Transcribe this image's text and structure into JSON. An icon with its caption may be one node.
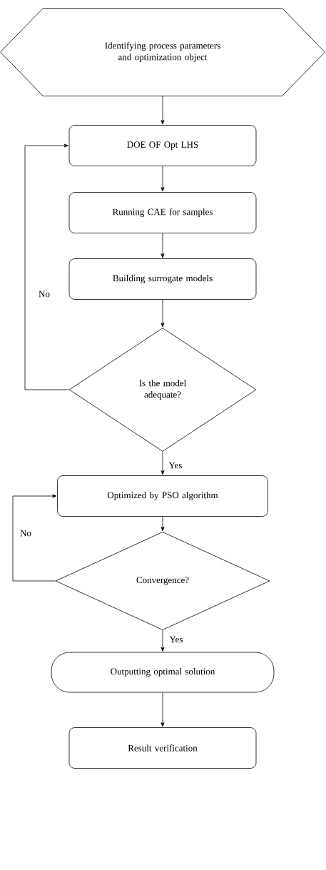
{
  "diagram": {
    "nodes": [
      {
        "text": [
          "Identifying process parameters and optimization object"
        ]
      },
      {
        "text": [
          "DOE OF Opt LHS"
        ]
      },
      {
        "text": [
          "Running CAE for samples"
        ]
      },
      {
        "text": [
          "Building surrogate models"
        ]
      },
      {
        "text": [
          "Is the model adequate?"
        ]
      },
      {
        "text": [
          "Optimized by PSO algorithm"
        ]
      },
      {
        "text": [
          "Convergence?"
        ]
      },
      {
        "text": [
          "Outputting optimal solution"
        ]
      },
      {
        "text": [
          "Result verification"
        ]
      }
    ],
    "edges": [
      {
        "from": 0,
        "to": 1,
        "arrow": "to"
      },
      {
        "from": 1,
        "to": 2,
        "arrow": "to"
      },
      {
        "from": 2,
        "to": 3,
        "arrow": "to"
      },
      {
        "from": 3,
        "to": 4,
        "arrow": "to"
      },
      {
        "from": 4,
        "to": 1,
        "arrow": "to",
        "label": "No"
      },
      {
        "from": 4,
        "to": 5,
        "arrow": "to",
        "label": "Yes"
      },
      {
        "from": 5,
        "to": 6,
        "arrow": "to"
      },
      {
        "from": 6,
        "to": 5,
        "arrow": "to",
        "label": "No"
      },
      {
        "from": 6,
        "to": 7,
        "arrow": "to",
        "label": "Yes"
      },
      {
        "from": 7,
        "to": 8,
        "arrow": "to"
      }
    ]
  }
}
